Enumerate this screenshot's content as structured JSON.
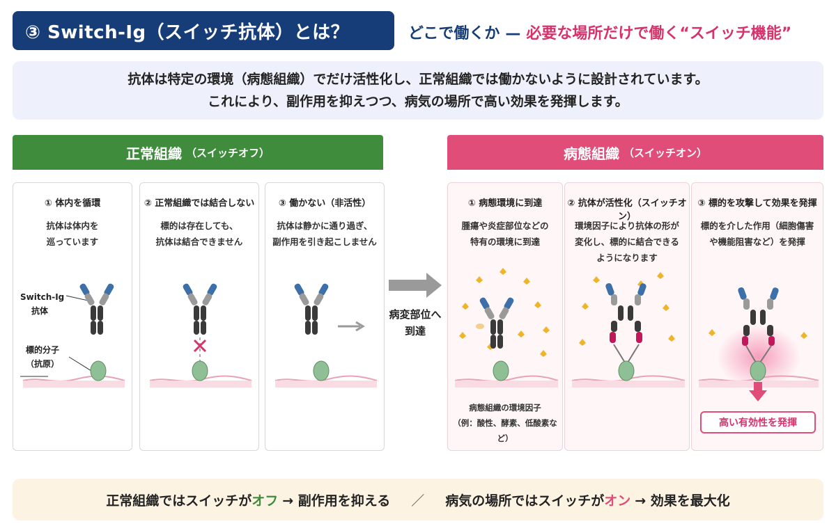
{
  "header": {
    "title": "③ Switch-Ig（スイッチ抗体）とは？",
    "subtitle_a": "どこで働くか",
    "subtitle_dash": "—",
    "subtitle_b": "必要な場所だけで働く“スイッチ機能”"
  },
  "intro": {
    "line1": "抗体は特定の環境（病態組織）でだけ活性化し、正常組織では働かないように設計されています。",
    "line2": "これにより、副作用を抑えつつ、病気の場所で高い効果を発揮します。"
  },
  "normal_section": {
    "title": "正常組織",
    "subtitle": "（スイッチオフ）",
    "color": "#3f8c3c",
    "panels": [
      {
        "title": "① 体内を循環",
        "desc1": "抗体は体内を",
        "desc2": "巡っています",
        "label_ig1": "Switch-Ig",
        "label_ig2": "抗体",
        "label_ag1": "標的分子",
        "label_ag2": "（抗原）"
      },
      {
        "title": "② 正常組織では結合しない",
        "desc1": "標的は存在しても、",
        "desc2": "抗体は結合できません"
      },
      {
        "title": "③ 働かない（非活性）",
        "desc1": "抗体は静かに通り過ぎ、",
        "desc2": "副作用を引き起こしません"
      }
    ]
  },
  "transition": {
    "line1": "病変部位へ",
    "line2": "到達"
  },
  "disease_section": {
    "title": "病態組織",
    "subtitle": "（スイッチオン）",
    "color": "#e04d79",
    "panels": [
      {
        "title": "① 病態環境に到達",
        "desc1": "腫瘍や炎症部位などの",
        "desc2": "特有の環境に到達",
        "note1": "病態組織の環境因子",
        "note2": "（例：酸性、酵素、低酸素など）"
      },
      {
        "title": "② 抗体が活性化（スイッチオン）",
        "desc1": "環境因子により抗体の形が",
        "desc2": "変化し、標的に結合できる",
        "desc3": "ようになります"
      },
      {
        "title": "③ 標的を攻撃して効果を発揮",
        "desc1": "標的を介した作用（細胞傷害",
        "desc2": "や機能阻害など）を発揮",
        "badge": "高い有効性を発揮"
      }
    ]
  },
  "bottom": {
    "part1": "正常組織ではスイッチが",
    "off": "オフ",
    "part2": "→ 副作用を抑える",
    "sep": "／",
    "part3": "病気の場所ではスイッチが",
    "on": "オン",
    "part4": "→ 効果を最大化"
  },
  "colors": {
    "navy": "#163d78",
    "green": "#3f8c3c",
    "pink": "#e04d79",
    "antibody_blue": "#3d6fa8",
    "antibody_dark": "#3a3a3a",
    "antigen": "#8fbf94",
    "factor": "#f0b429"
  }
}
